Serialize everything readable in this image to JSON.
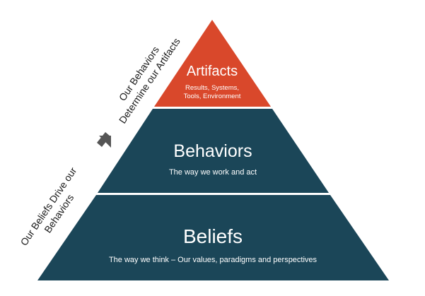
{
  "pyramid": {
    "tiers": [
      {
        "title": "Artifacts",
        "subtitle_lines": [
          "Results, Systems,",
          "Tools, Environment"
        ],
        "color": "#d9482b"
      },
      {
        "title": "Behaviors",
        "subtitle_lines": [
          "The way we work  and act"
        ],
        "color": "#1b4658"
      },
      {
        "title": "Beliefs",
        "subtitle_lines": [
          "The way we think – Our values, paradigms and perspectives"
        ],
        "color": "#1b4658"
      }
    ],
    "divider_color": "#ffffff"
  },
  "side_labels": {
    "upper": {
      "lines": [
        "Our Behaviors",
        "Determine our Artifacts"
      ]
    },
    "lower": {
      "lines": [
        "Our Beliefs Drive our",
        "Behaviors"
      ]
    },
    "text_color": "#1a1a1a"
  },
  "arrow": {
    "icon": "up-right-arrow-icon",
    "color": "#555555"
  }
}
